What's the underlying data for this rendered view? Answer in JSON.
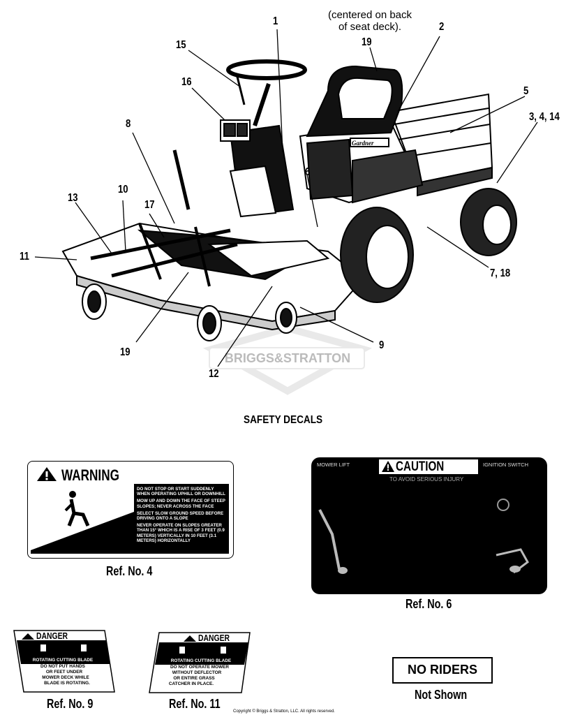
{
  "diagram": {
    "note_lines": [
      "(centered on back",
      "of seat deck)."
    ],
    "callouts": {
      "c1": "1",
      "c2": "2",
      "c5": "5",
      "c3414": "3, 4, 14",
      "c15": "15",
      "c16": "16",
      "c8": "8",
      "c6": "6",
      "c19_top": "19",
      "c13": "13",
      "c10": "10",
      "c17": "17",
      "c11": "11",
      "c718": "7, 18",
      "c9": "9",
      "c19_bottom": "19",
      "c12": "12"
    },
    "vehicle_badge": "Gardner"
  },
  "watermark": {
    "text": "BRIGGS&STRATTON"
  },
  "section_title": "SAFETY DECALS",
  "warning_decal": {
    "header": "WARNING",
    "rules": [
      "DO NOT STOP OR START SUDDENLY WHEN OPERATING UPHILL OR DOWNHILL",
      "MOW UP AND DOWN THE FACE OF STEEP SLOPES; NEVER ACROSS THE FACE",
      "SELECT SLOW GROUND SPEED BEFORE DRIVING ONTO A SLOPE",
      "NEVER OPERATE ON SLOPES GREATER THAN 15° WHICH IS A RISE OF 3 FEET (0.9 METERS) VERTICALLY IN 10 FEET (3.1 METERS) HORIZONTALLY"
    ],
    "ref": "Ref. No. 4"
  },
  "caution_decal": {
    "left_caption": "MOWER LIFT",
    "header": "CAUTION",
    "right_caption": "IGNITION SWITCH",
    "subtitle": "TO AVOID SERIOUS INJURY",
    "ref": "Ref. No. 6"
  },
  "danger_decal_9": {
    "header": "DANGER",
    "lines": [
      "ROTATING CUTTING BLADE",
      "DO NOT PUT HANDS",
      "OR FEET UNDER",
      "MOWER DECK WHILE",
      "BLADE IS ROTATING."
    ],
    "ref": "Ref. No. 9"
  },
  "danger_decal_11": {
    "header": "DANGER",
    "lines": [
      "ROTATING CUTTING BLADE",
      "DO NOT OPERATE MOWER",
      "WITHOUT DEFLECTOR",
      "OR ENTIRE GRASS",
      "CATCHER IN PLACE."
    ],
    "ref": "Ref. No. 11"
  },
  "no_riders": {
    "label": "NO RIDERS",
    "note": "Not Shown"
  },
  "copyright": "Copyright © Briggs & Stratton, LLC. All rights reserved."
}
